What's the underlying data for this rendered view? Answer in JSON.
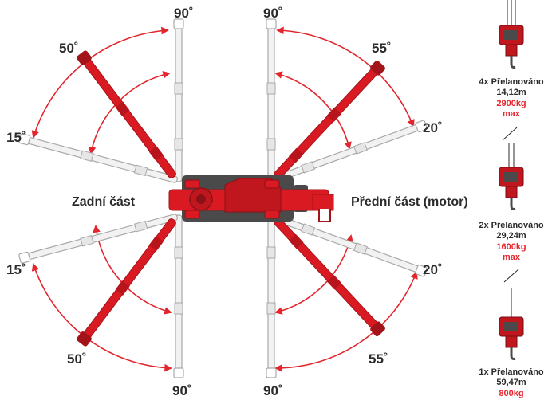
{
  "colors": {
    "boom_red": "#d91a22",
    "boom_red_dark": "#a3141a",
    "boom_grey_fill": "#f2f2f2",
    "boom_grey_stroke": "#a9a9a9",
    "body_dark": "#4a4a4a",
    "arc_red": "#e3262e",
    "load_red": "#e8262e",
    "text": "#2b2b2b"
  },
  "angles": {
    "top_left_90": "90˚",
    "top_right_90": "90˚",
    "upper_left_50": "50˚",
    "upper_right_55": "55˚",
    "left_15_top": "15˚",
    "right_20_top": "20˚",
    "left_15_bottom": "15˚",
    "right_20_bottom": "20˚",
    "lower_left_50": "50˚",
    "lower_right_55": "55˚",
    "bottom_left_90": "90˚",
    "bottom_right_90": "90˚"
  },
  "labels": {
    "rear": "Zadní část",
    "front": "Přední část (motor)"
  },
  "hooks": [
    {
      "reeving": "4x Přelanováno",
      "length": "14,12m",
      "load": "2900kg",
      "max": "max"
    },
    {
      "reeving": "2x Přelanováno",
      "length": "29,24m",
      "load": "1600kg",
      "max": "max"
    },
    {
      "reeving": "1x Přelanováno",
      "length": "59,47m",
      "load": "800kg",
      "max": ""
    }
  ]
}
